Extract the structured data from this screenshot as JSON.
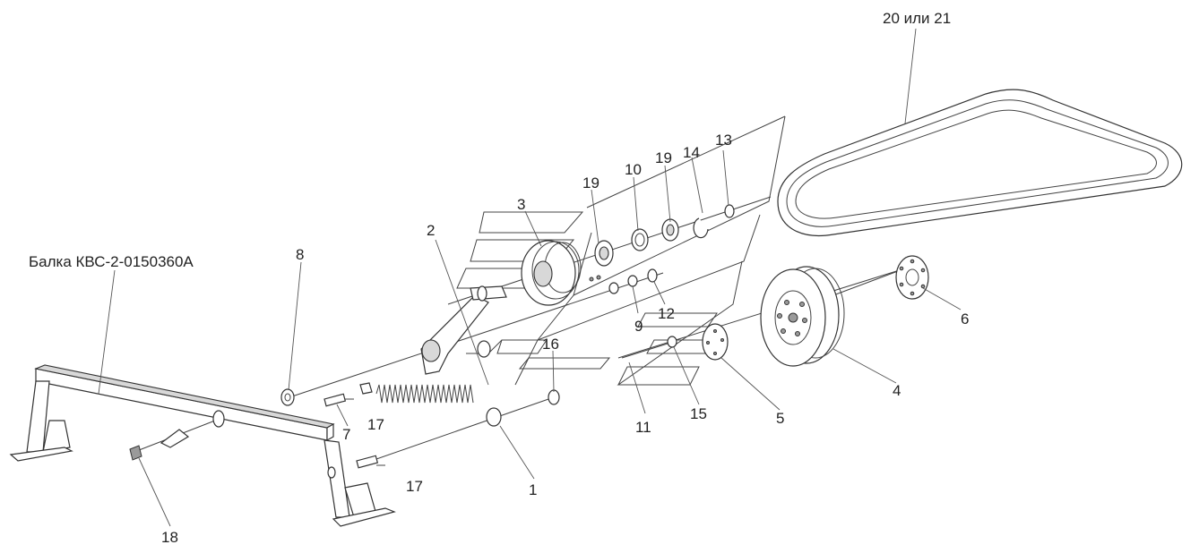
{
  "labels": {
    "beam": "Балка КВС-2-0150360А",
    "belt": "20 или 21",
    "p1": "1",
    "p2": "2",
    "p3": "3",
    "p4": "4",
    "p5": "5",
    "p6": "6",
    "p7": "7",
    "p8": "8",
    "p9": "9",
    "p10": "10",
    "p11": "11",
    "p12": "12",
    "p13": "13",
    "p14": "14",
    "p15": "15",
    "p16": "16",
    "p17a": "17",
    "p17b": "17",
    "p18": "18",
    "p19a": "19",
    "p19b": "19"
  }
}
